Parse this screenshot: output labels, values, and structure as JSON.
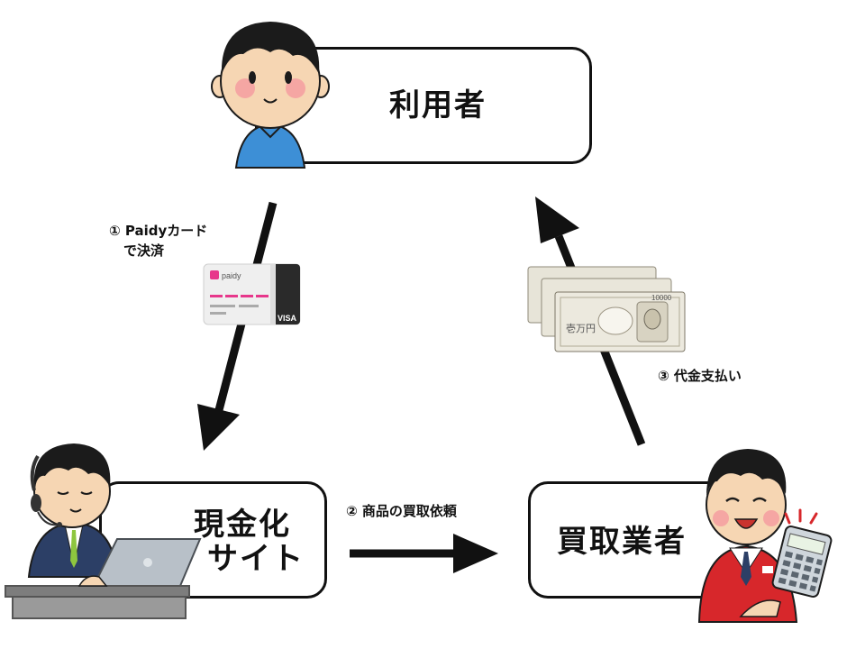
{
  "nodes": {
    "user": {
      "label": "利用者"
    },
    "site": {
      "label_line1": "現金化",
      "label_line2": "サイト"
    },
    "buyer": {
      "label": "買取業者"
    }
  },
  "steps": {
    "step1_line1": "① Paidyカード",
    "step1_line2": "で決済",
    "step2": "② 商品の買取依頼",
    "step3": "③ 代金支払い"
  },
  "card": {
    "brand": "paidy",
    "network": "VISA"
  },
  "banknotes": {
    "denomination": "10000",
    "text": "壱万円"
  },
  "colors": {
    "arrow": "#111111",
    "shirt_blue": "#3d8fd6",
    "apron_red": "#d7272b",
    "suit_navy": "#2c3f66",
    "skin": "#f6d6b3",
    "hair": "#1b1b1b"
  }
}
